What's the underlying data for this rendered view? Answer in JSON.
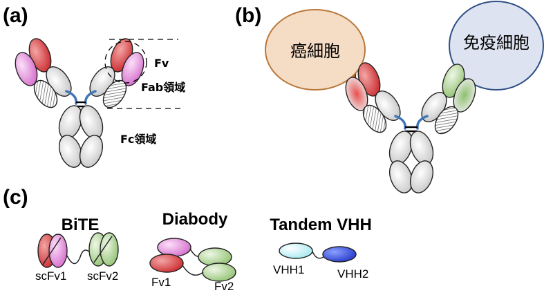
{
  "panels": {
    "a": {
      "label": "(a)",
      "fv_label": "Fv",
      "fab_label": "Fab領域",
      "fc_label": "Fc領域"
    },
    "b": {
      "label": "(b)",
      "cancer_cell": "癌細胞",
      "immune_cell": "免疫細胞"
    },
    "c": {
      "label": "(c)",
      "bite": {
        "title": "BiTE",
        "left_label": "scFv1",
        "right_label": "scFv2"
      },
      "diabody": {
        "title": "Diabody",
        "left_label": "Fv1",
        "right_label": "Fv2"
      },
      "tandem": {
        "title": "Tandem VHH",
        "left_label": "VHH1",
        "right_label": "VHH2"
      }
    }
  },
  "colors": {
    "red_domain": "#d93a3a",
    "pink_domain": "#e27fd8",
    "green_domain": "#a6cf8a",
    "gray_domain": "#dcdcdc",
    "hinge_blue": "#3f76b8",
    "cancer_cell_fill": "#f5dcc4",
    "cancer_cell_stroke": "#b8773a",
    "immune_cell_fill": "#dde3f0",
    "immune_cell_stroke": "#2f4f86",
    "vhh1": "#c8f4f8",
    "vhh2": "#3348d8"
  },
  "icons": [
    "antibody-icon",
    "cancer-cell-icon",
    "immune-cell-icon",
    "bispecific-fragment-icon"
  ]
}
